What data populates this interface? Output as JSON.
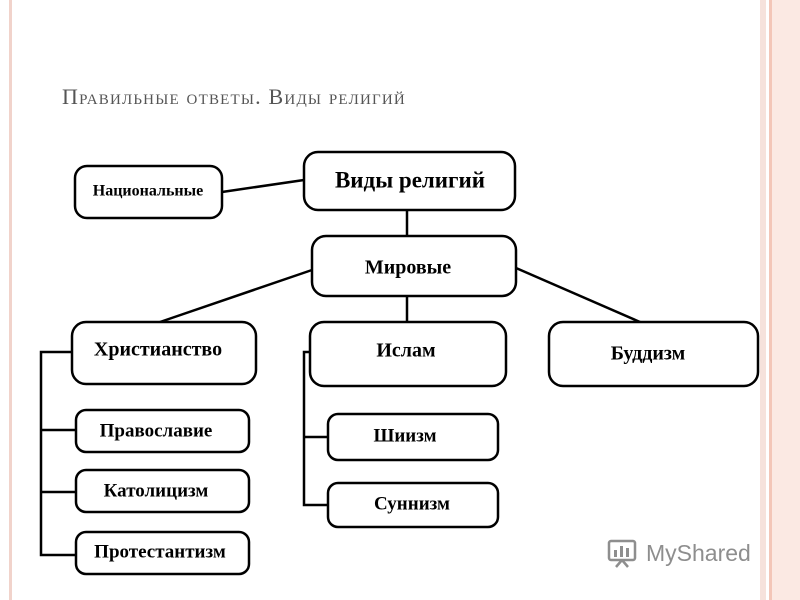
{
  "slide": {
    "title": "Правильные ответы. Виды религий"
  },
  "diagram": {
    "nodes": {
      "root": "Виды религий",
      "national": "Национальные",
      "world": "Мировые",
      "christianity": "Христианство",
      "islam": "Ислам",
      "buddhism": "Буддизм",
      "orthodoxy": "Православие",
      "catholicism": "Католицизм",
      "protestantism": "Протестантизм",
      "shiism": "Шиизм",
      "sunnism": "Суннизм"
    }
  },
  "watermark": {
    "text": "MyShared",
    "icon": "myshared-logo-icon"
  },
  "colors": {
    "frame": "#f1d3cb",
    "title": "#555555",
    "watermark": "#8e8e8e"
  }
}
